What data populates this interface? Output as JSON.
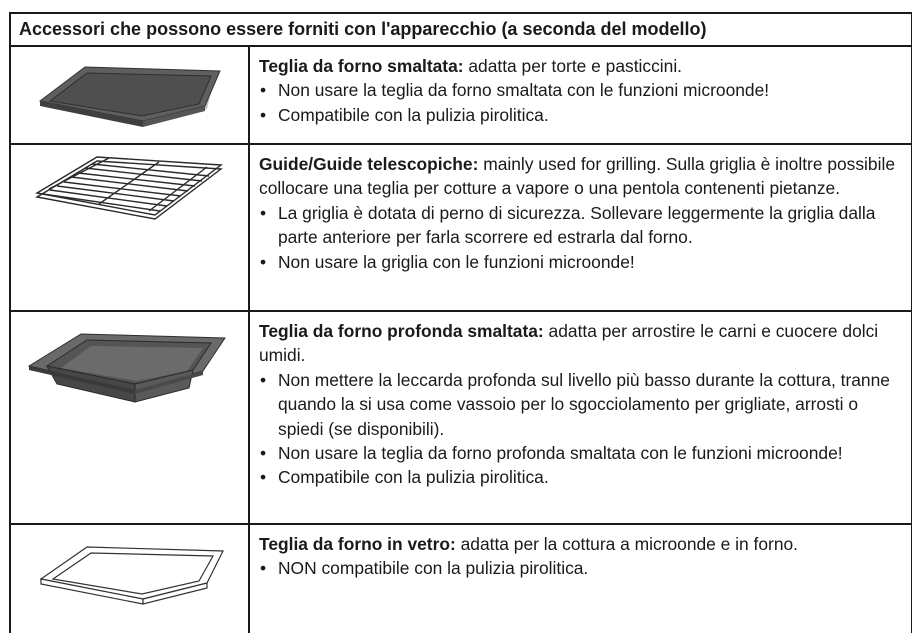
{
  "table": {
    "header": "Accessori che possono essere forniti con l'apparecchio (a seconda del modello)",
    "rows": [
      {
        "illustration": "enamelled-baking-tray",
        "title": "Teglia da forno smaltata:",
        "intro": " adatta per torte e pasticcini.",
        "bullets": [
          "Non usare la teglia da forno smaltata con le funzioni microonde!",
          "Compatibile con la pulizia pirolitica."
        ]
      },
      {
        "illustration": "wire-grill-rack",
        "title": "Guide/Guide telescopiche:",
        "intro": " mainly used for grilling. Sulla griglia è inoltre possibile collocare una teglia per cotture a vapore o una pentola contenenti pietanze.",
        "bullets": [
          "La griglia è dotata di perno di sicurezza. Sollevare leggermente la griglia dalla parte anteriore per farla scorrere ed estrarla dal forno.",
          "Non usare la griglia con le funzioni microonde!"
        ]
      },
      {
        "illustration": "deep-enamelled-tray",
        "title": "Teglia da forno profonda smaltata:",
        "intro": " adatta per arrostire le carni e cuocere dolci umidi.",
        "bullets": [
          "Non mettere la leccarda profonda sul livello più basso durante la cottura, tranne quando la si usa come vassoio per lo sgocciolamento per grigliate, arrosti o spiedi (se disponibili).",
          "Non usare la teglia da forno profonda smaltata con le funzioni microonde!",
          "Compatibile con la pulizia pirolitica."
        ]
      },
      {
        "illustration": "glass-baking-tray",
        "title": "Teglia da forno in vetro:",
        "intro": " adatta per la cottura a microonde e in forno.",
        "bullets": [
          "NON compatibile con la pulizia pirolitica."
        ]
      }
    ]
  }
}
